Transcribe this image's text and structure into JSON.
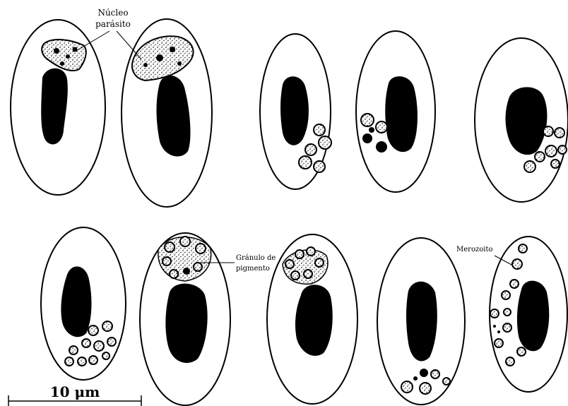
{
  "labels": {
    "nucleus_line1": "Núcleo",
    "nucleus_line2": "parásito",
    "pigment_line1": "Gránulo de",
    "pigment_line2": "pigmento",
    "merozoite": "Merozoito"
  },
  "scale_bar": {
    "label": "10 μm"
  },
  "colors": {
    "ink": "#000000",
    "paper": "#ffffff"
  }
}
